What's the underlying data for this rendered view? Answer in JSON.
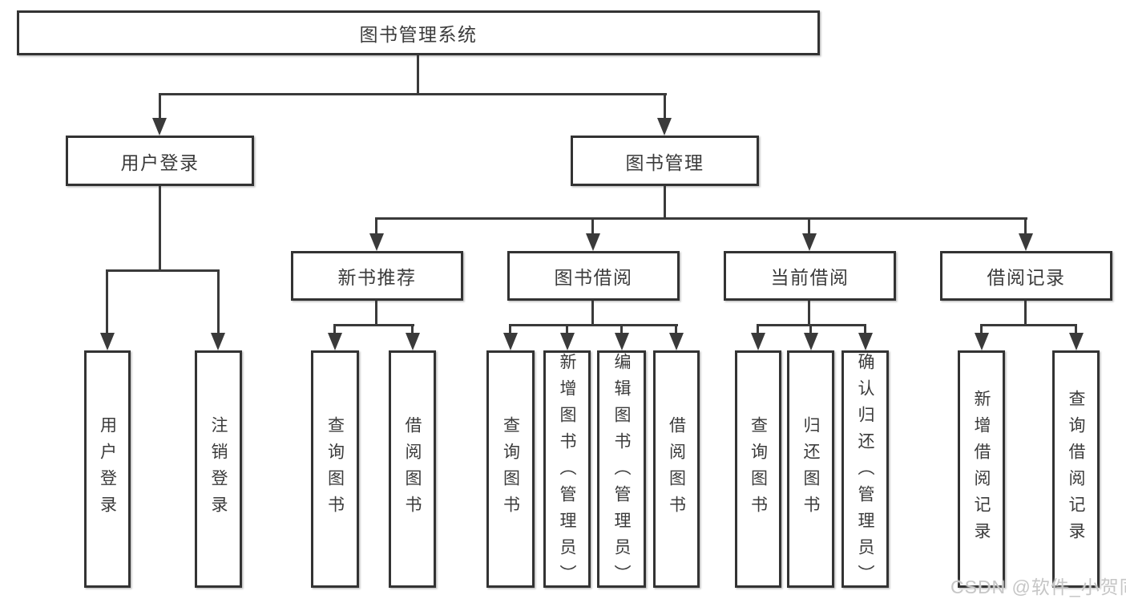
{
  "diagram": {
    "title": "图书管理系统",
    "level2": [
      "用户登录",
      "图书管理"
    ],
    "level3": [
      "新书推荐",
      "图书借阅",
      "当前借阅",
      "借阅记录"
    ],
    "leaves": {
      "user_login": [
        "用户登录",
        "注销登录"
      ],
      "new_book": [
        "查询图书",
        "借阅图书"
      ],
      "book_borrow": [
        "查询图书",
        "新增图书（管理员）",
        "编辑图书（管理员）",
        "借阅图书"
      ],
      "current_borrow": [
        "查询图书",
        "归还图书",
        "确认归还（管理员）"
      ],
      "borrow_record": [
        "新增借阅记录",
        "查询借阅记录"
      ]
    }
  },
  "watermark": "CSDN @软件_小贺同学",
  "colors": {
    "line": "#3a3a3a",
    "border": "#333333",
    "text": "#3b3b3b",
    "watermark": "#c6c6c6",
    "background": "#ffffff"
  }
}
